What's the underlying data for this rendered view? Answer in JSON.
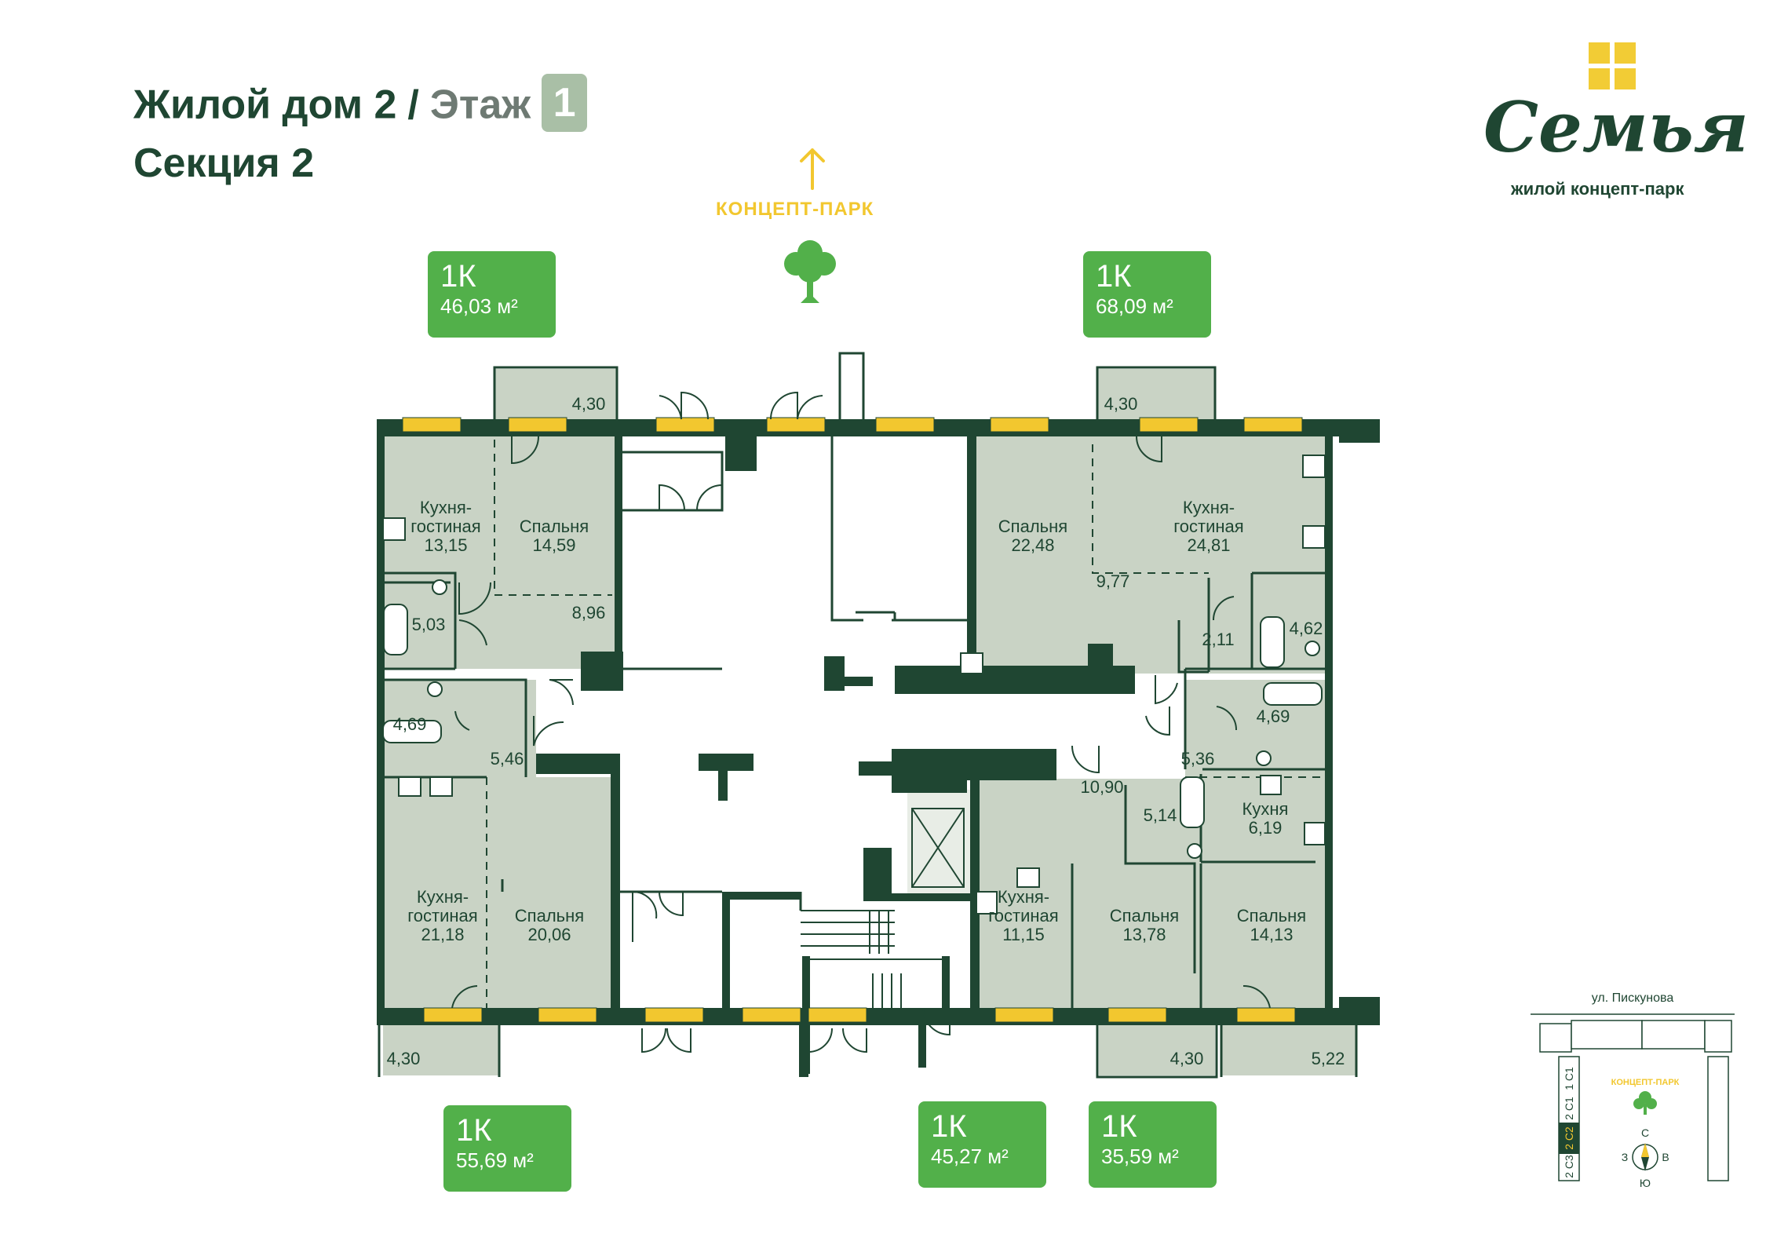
{
  "header": {
    "building": "Жилой дом 2",
    "separator": "/",
    "floor_label": "Этаж",
    "floor_number": "1",
    "section": "Секция 2"
  },
  "logo": {
    "name": "Семья",
    "subtitle": "жилой концепт-парк"
  },
  "park": {
    "label": "КОНЦЕПТ-ПАРК",
    "icons": [
      "arrow-up-icon",
      "tree-icon"
    ]
  },
  "apartments": [
    {
      "type": "1К",
      "area": "46,03 м²"
    },
    {
      "type": "1К",
      "area": "68,09 м²"
    },
    {
      "type": "1К",
      "area": "55,69 м²"
    },
    {
      "type": "1К",
      "area": "45,27 м²"
    },
    {
      "type": "1К",
      "area": "35,59 м²"
    }
  ],
  "rooms": {
    "tl_kitchen_name": "Кухня-",
    "tl_kitchen_name2": "гостиная",
    "tl_kitchen_area": "13,15",
    "tl_bed_name": "Спальня",
    "tl_bed_area": "14,59",
    "tl_bath": "5,03",
    "tl_hall": "8,96",
    "tl_balcony": "4,30",
    "tr_bed_name": "Спальня",
    "tr_bed_area": "22,48",
    "tr_kitchen_name": "Кухня-",
    "tr_kitchen_name2": "гостиная",
    "tr_kitchen_area": "24,81",
    "tr_hall": "9,77",
    "tr_wc": "2,11",
    "tr_bath": "4,62",
    "tr_balcony": "4,30",
    "bl_bath": "4,69",
    "bl_hall": "5,46",
    "bl_kitchen_name": "Кухня-",
    "bl_kitchen_name2": "гостиная",
    "bl_kitchen_area": "21,18",
    "bl_bed_name": "Спальня",
    "bl_bed_area": "20,06",
    "bl_balcony": "4,30",
    "bm_hall": "10,90",
    "bm_bath": "5,14",
    "bm_kitchen_name": "Кухня-",
    "bm_kitchen_name2": "гостиная",
    "bm_kitchen_area": "11,15",
    "bm_bed_name": "Спальня",
    "bm_bed_area": "13,78",
    "bm_balcony": "4,30",
    "br_bath": "4,69",
    "br_hall": "5,36",
    "br_kitchen_name": "Кухня",
    "br_kitchen_area": "6,19",
    "br_bed_name": "Спальня",
    "br_bed_area": "14,13",
    "br_balcony": "5,22"
  },
  "minimap": {
    "street": "ул. Пискунова",
    "park_label": "КОНЦЕПТ-ПАРК",
    "sections": [
      "2 С3",
      "2 С2",
      "2 С1",
      "1 С1"
    ],
    "compass": {
      "n": "С",
      "s": "Ю",
      "w": "З",
      "e": "В"
    }
  },
  "colors": {
    "wall": "#1f4632",
    "room": "#c9d3c5",
    "window": "#f2c72f",
    "badge": "#52b04a",
    "floor_badge": "#a9bfa6",
    "accent": "#f2cc35"
  }
}
